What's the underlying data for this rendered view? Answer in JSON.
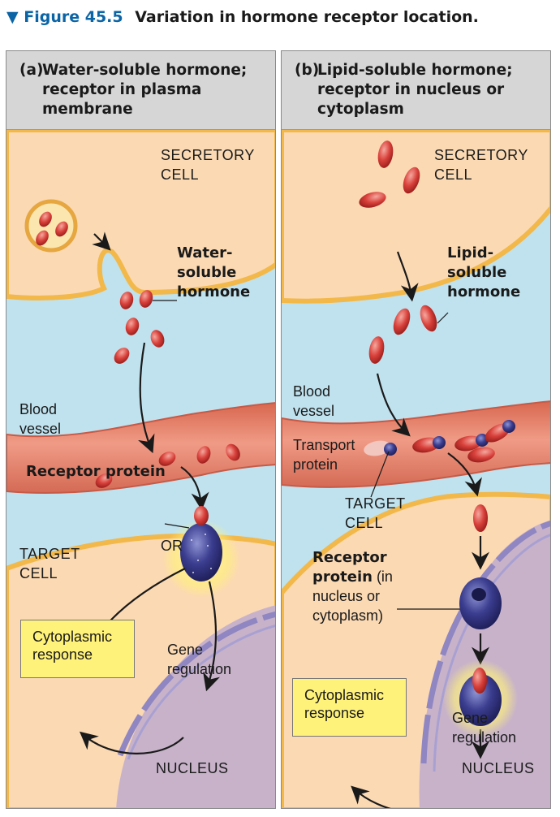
{
  "figure": {
    "marker": "▼",
    "number": "Figure 45.5",
    "caption": "Variation in hormone receptor location."
  },
  "panel_a": {
    "letter": "(a)",
    "title_line1": "Water-soluble hormone;",
    "title_line2": "receptor in plasma",
    "title_line3": "membrane",
    "secretory_cell_line1": "SECRETORY",
    "secretory_cell_line2": "CELL",
    "hormone_line1": "Water-",
    "hormone_line2": "soluble",
    "hormone_line3": "hormone",
    "blood_vessel_line1": "Blood",
    "blood_vessel_line2": "vessel",
    "receptor_protein": "Receptor protein",
    "or_text": "OR",
    "target_cell_line1": "TARGET",
    "target_cell_line2": "CELL",
    "cytoplasmic_response_line1": "Cytoplasmic",
    "cytoplasmic_response_line2": "response",
    "gene_regulation_line1": "Gene",
    "gene_regulation_line2": "regulation",
    "nucleus": "NUCLEUS"
  },
  "panel_b": {
    "letter": "(b)",
    "title_line1": "Lipid-soluble hormone;",
    "title_line2": "receptor in nucleus or",
    "title_line3": "cytoplasm",
    "secretory_cell_line1": "SECRETORY",
    "secretory_cell_line2": "CELL",
    "hormone_line1": "Lipid-",
    "hormone_line2": "soluble",
    "hormone_line3": "hormone",
    "blood_vessel_line1": "Blood",
    "blood_vessel_line2": "vessel",
    "transport_protein_line1": "Transport",
    "transport_protein_line2": "protein",
    "target_cell_line1": "TARGET",
    "target_cell_line2": "CELL",
    "receptor_line1": "Receptor",
    "receptor_line2_bold": "protein",
    "receptor_line2_rest": " (in",
    "receptor_line3": "nucleus or",
    "receptor_line4": "cytoplasm)",
    "cytoplasmic_response_line1": "Cytoplasmic",
    "cytoplasmic_response_line2": "response",
    "gene_regulation_line1": "Gene",
    "gene_regulation_line2": "regulation",
    "nucleus": "NUCLEUS"
  },
  "colors": {
    "cell": "#fbd9b3",
    "membrane": "#f2b84a",
    "fluid": "#bfe2ee",
    "vessel": "#e57f6c",
    "nucleus": "#c7b2c9",
    "nuclear_envelope": "#8f86c2",
    "hormone": "#d9413b",
    "receptor": "#2f2f7a",
    "highlight": "#fff27a"
  }
}
